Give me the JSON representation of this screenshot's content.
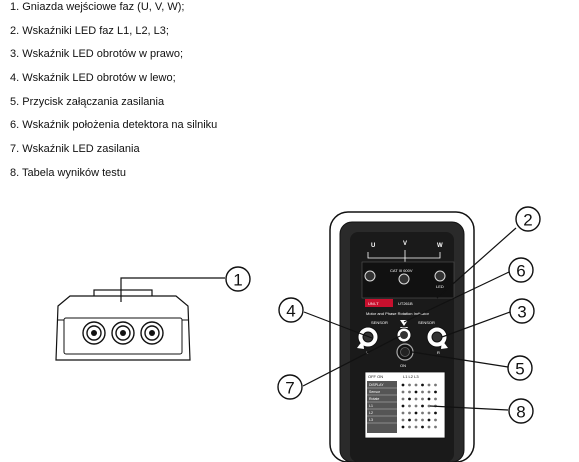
{
  "legend": [
    "1. Gniazda wejściowe faz (U, V, W);",
    "2. Wskaźniki LED faz L1, L2, L3;",
    "3. Wskaźnik LED obrotów w prawo;",
    "4. Wskaźnik LED obrotów w lewo;",
    "5. Przycisk załączania zasilania",
    "6. Wskaźnik położenia detektora na silniku",
    "7. Wskaźnik LED zasilania",
    "8. Tabela wyników testu"
  ],
  "device": {
    "phase_labels": [
      "U",
      "V",
      "W"
    ],
    "cat_label": "CAT III 600V",
    "led_label": "LED",
    "brand": "UNI-T",
    "model": "UT261B",
    "subtitle": "Motor and Phase Rotation Indicator",
    "sensor_left": "SENSOR",
    "sensor_right": "SENSOR",
    "left_letter": "L",
    "right_letter": "R",
    "on_label": "ON",
    "off_on_label": "OFF ON",
    "table_header": "L1 L2 L3",
    "table_rows": [
      "DISPLAY",
      "Sensor",
      "Rotate",
      "L1",
      "L2",
      "L3",
      ""
    ]
  },
  "callouts": [
    "1",
    "2",
    "3",
    "4",
    "5",
    "6",
    "7",
    "8"
  ]
}
